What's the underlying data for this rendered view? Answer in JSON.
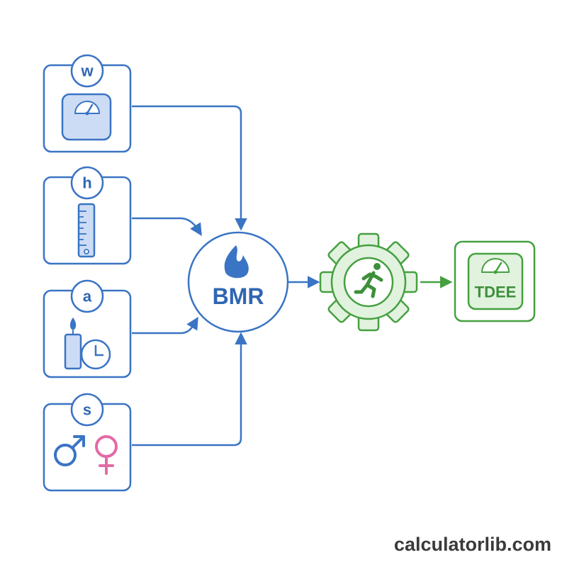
{
  "inputs": [
    {
      "letter": "w",
      "icon": "weight-scale-icon"
    },
    {
      "letter": "h",
      "icon": "ruler-icon"
    },
    {
      "letter": "a",
      "icon": "candle-clock-icon"
    },
    {
      "letter": "s",
      "icon": "gender-symbols-icon"
    }
  ],
  "bmr": {
    "label": "BMR",
    "icon": "flame-icon"
  },
  "activity": {
    "icon": "gear-running-person-icon"
  },
  "tdee": {
    "label": "TDEE",
    "icon": "scale-gauge-icon"
  },
  "watermark": "calculatorlib.com",
  "colors": {
    "blue": "#3a74c4",
    "blue_fill": "#cddcf5",
    "green": "#45a040",
    "green_fill": "#e1f2de",
    "pink": "#e36aa6"
  }
}
